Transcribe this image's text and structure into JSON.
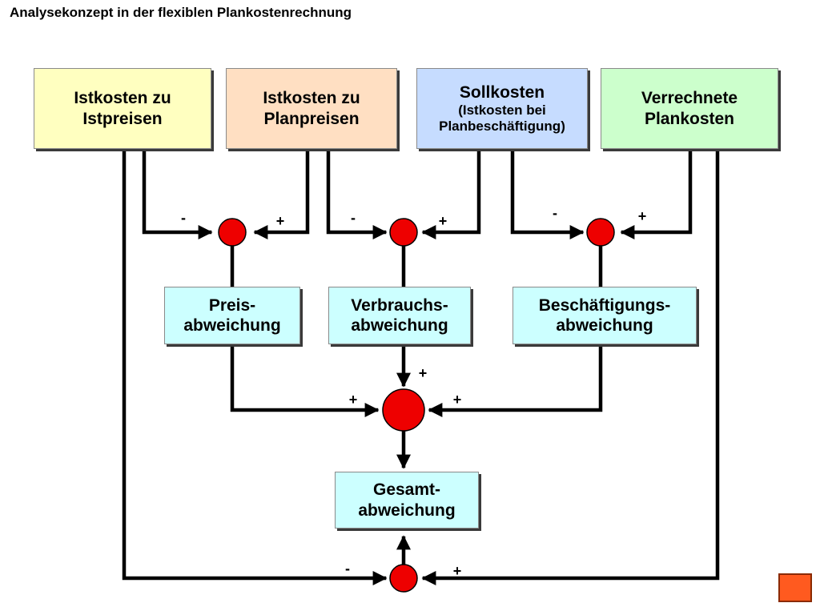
{
  "title": "Analysekonzept in der flexiblen Plankostenrechnung",
  "top_boxes": [
    {
      "lines": [
        "Istkosten zu",
        "Istpreisen"
      ],
      "color": "#ffffc0"
    },
    {
      "lines": [
        "Istkosten zu",
        "Planpreisen"
      ],
      "color": "#ffdfc2"
    },
    {
      "lines": [
        "Sollkosten",
        "(Istkosten bei",
        "Planbeschäftigung)"
      ],
      "color": "#c6dcff"
    },
    {
      "lines": [
        "Verrechnete",
        "Plankosten"
      ],
      "color": "#ccffcc"
    }
  ],
  "deviation_boxes": [
    {
      "lines": [
        "Preis-",
        "abweichung"
      ]
    },
    {
      "lines": [
        "Verbrauchs-",
        "abweichung"
      ]
    },
    {
      "lines": [
        "Beschäftigungs-",
        "abweichung"
      ]
    }
  ],
  "total_box": {
    "lines": [
      "Gesamt-",
      "abweichung"
    ]
  },
  "signs": {
    "minus": "-",
    "plus": "+"
  },
  "colors": {
    "node": "#ee0000",
    "mid_box": "#ccffff",
    "corner_button": "#ff5a1f"
  }
}
